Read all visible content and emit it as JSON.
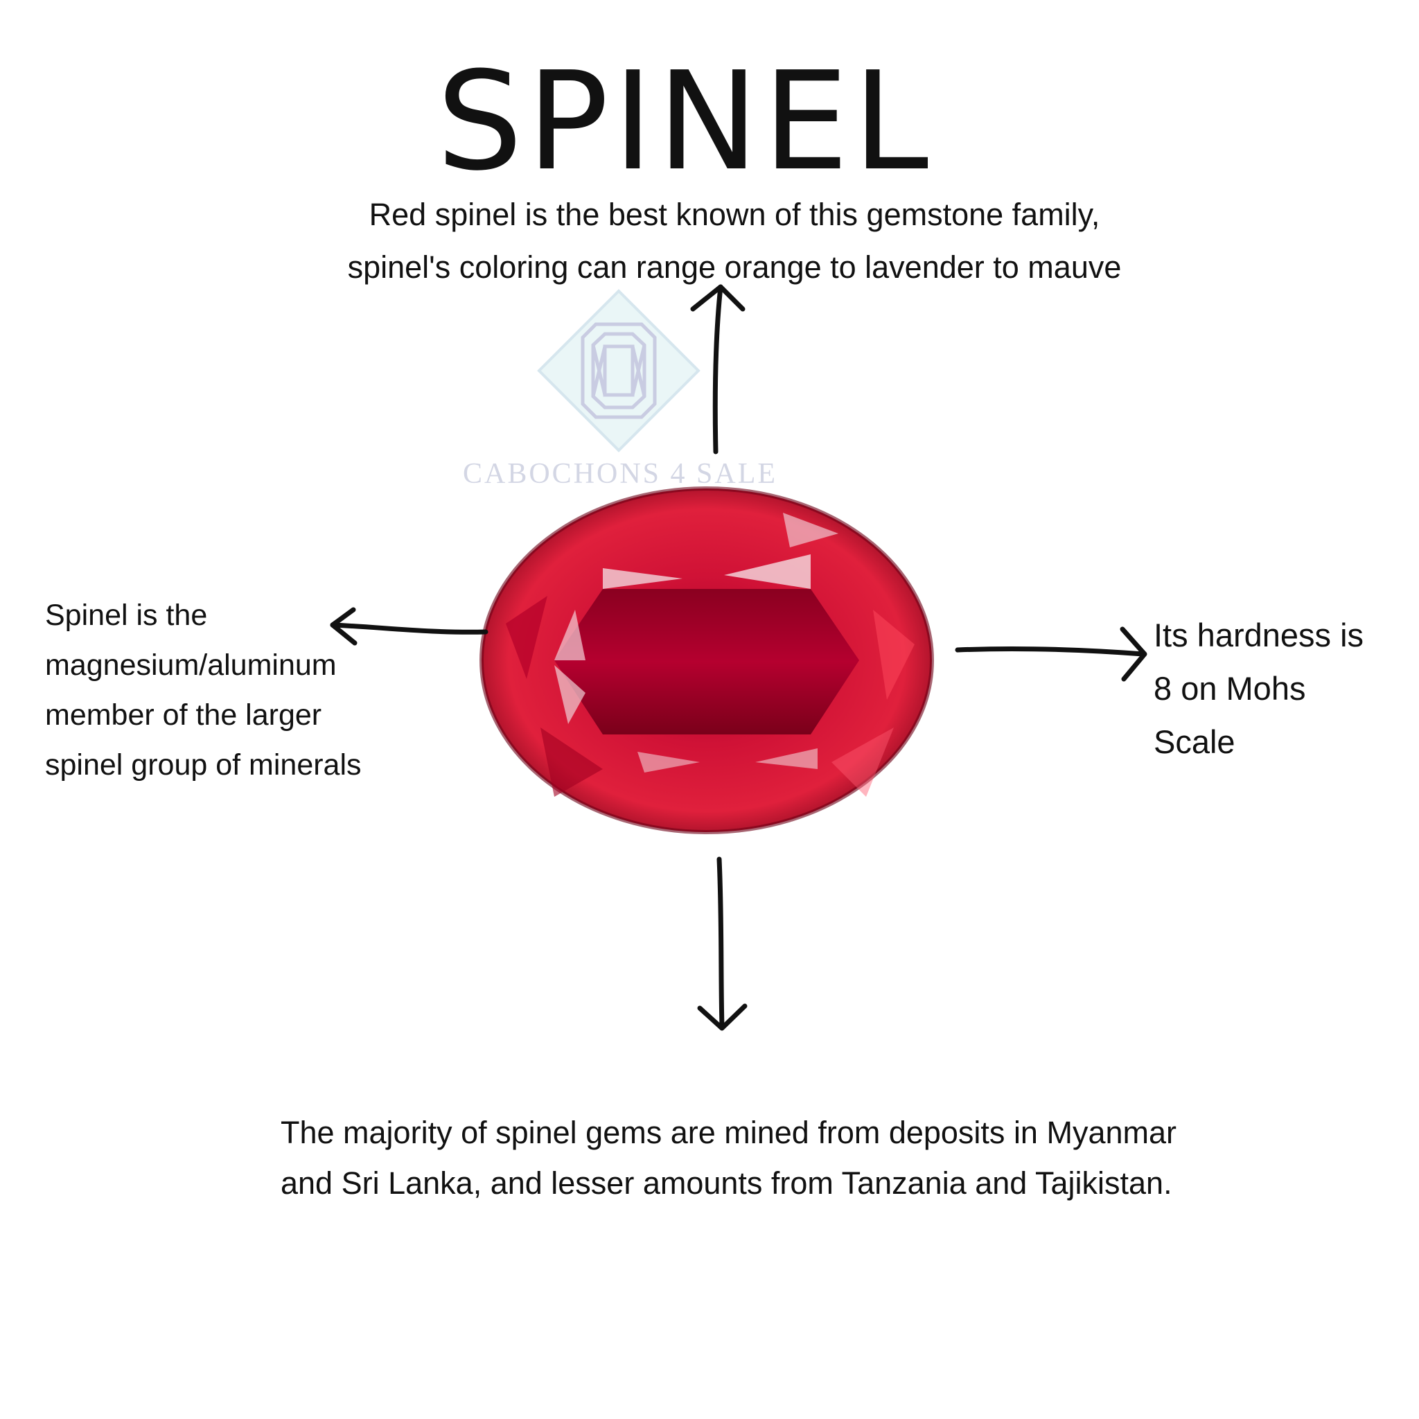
{
  "title": "SPINEL",
  "intro": {
    "lines": [
      "Red spinel is the best known of this gemstone family,",
      "spinel's coloring can range orange to lavender to mauve"
    ]
  },
  "left_note": {
    "lines": [
      "Spinel is the",
      "magnesium/aluminum",
      "member of the larger",
      "spinel group of minerals"
    ]
  },
  "right_note": {
    "lines": [
      "Its hardness is",
      "8 on Mohs",
      "Scale"
    ]
  },
  "bottom_note": {
    "lines": [
      "The majority of spinel gems are mined from deposits in Myanmar",
      "and Sri Lanka, and lesser amounts from Tanzania and Tajikistan."
    ]
  },
  "watermark": {
    "text": "CABOCHONS 4 SALE",
    "icon": "emerald-cut-gem-icon"
  },
  "colors": {
    "gem_red": "#c8102e",
    "gem_dark": "#7a0018",
    "watermark_fill": "#eaf6f7",
    "watermark_line": "#c9cce2"
  }
}
